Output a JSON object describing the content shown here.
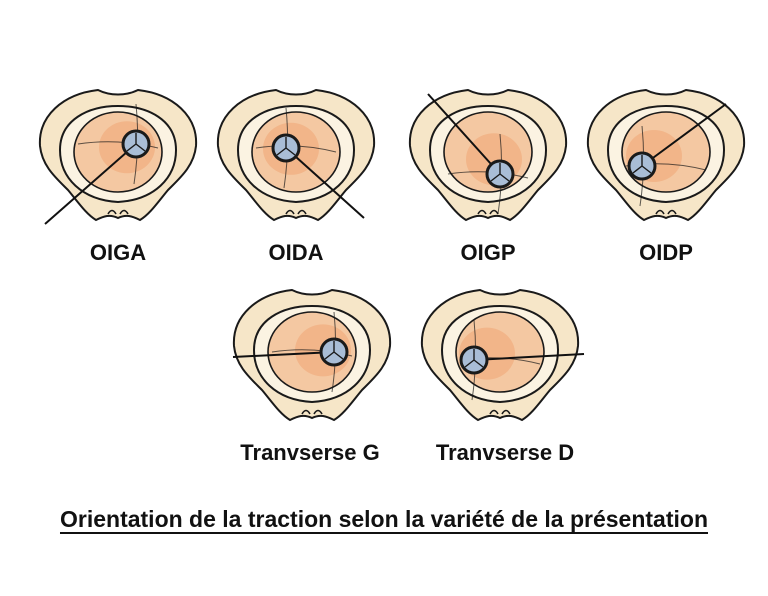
{
  "figure": {
    "title": "Orientation de la traction selon la variété de la présentation",
    "colors": {
      "outline": "#1a1a1a",
      "pelvis": "#f6e6c8",
      "head": "#f4c8a2",
      "head_core": "#f0a878",
      "fontanel": "#a9bdd6",
      "traction_line": "#111111"
    },
    "panels": [
      {
        "id": "oiga",
        "label": "OIGA",
        "head_pos": "right-upper",
        "traction": "toward-lower-left"
      },
      {
        "id": "oida",
        "label": "OIDA",
        "head_pos": "left-upper",
        "traction": "toward-lower-right"
      },
      {
        "id": "oigp",
        "label": "OIGP",
        "head_pos": "right-lower",
        "traction": "toward-upper-left"
      },
      {
        "id": "oidp",
        "label": "OIDP",
        "head_pos": "left-lower",
        "traction": "toward-upper-right"
      },
      {
        "id": "transverse-g",
        "label": "Tranvserse G",
        "head_pos": "right-middle",
        "traction": "toward-left"
      },
      {
        "id": "transverse-d",
        "label": "Tranvserse D",
        "head_pos": "left-middle",
        "traction": "toward-right"
      }
    ]
  }
}
